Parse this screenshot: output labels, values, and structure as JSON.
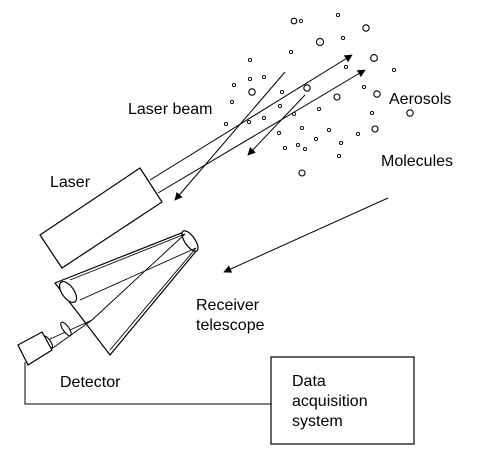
{
  "labels": {
    "laser_beam": "Laser beam",
    "aerosols": "Aerosols",
    "molecules": "Molecules",
    "laser": "Laser",
    "receiver_line1": "Receiver",
    "receiver_line2": "telescope",
    "detector": "Detector",
    "daq_line1": "Data",
    "daq_line2": "acquisition",
    "daq_line3": "system"
  },
  "colors": {
    "ink": "#000000",
    "background": "#ffffff"
  }
}
